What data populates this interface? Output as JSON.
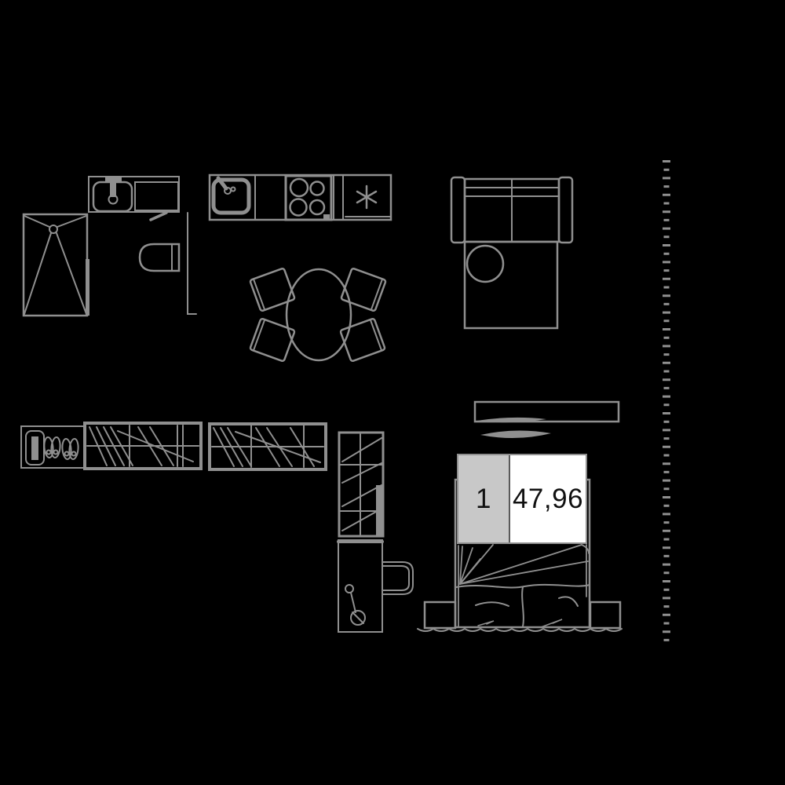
{
  "page": {
    "kind": "apartment-floor-plan",
    "background_color": "#000000",
    "line_color": "#8f8f8f",
    "label_number_bg": "#c8c8c8",
    "label_area_bg": "#ffffff",
    "label_text_color": "#111111"
  },
  "unit_label": {
    "number": "1",
    "area": "47,96"
  },
  "furniture": {
    "bathroom": [
      "shower-tray",
      "vanity-sink",
      "countertop",
      "toilet",
      "door-swing"
    ],
    "kitchen": [
      "kitchen-sink",
      "cooktop-4-burner",
      "refrigerator-asterisk-symbol"
    ],
    "dining": [
      "oval-table",
      "chair",
      "chair",
      "chair",
      "chair"
    ],
    "living": [
      "sofa-two-seat",
      "chaise-rect",
      "round-side-table"
    ],
    "hall": [
      "shoe-rack",
      "wardrobe-hanging",
      "wardrobe-hanging"
    ],
    "bedroom": [
      "wardrobe-column",
      "utility-column",
      "dresser-shelf",
      "shelf-lens",
      "double-bed",
      "nightstand",
      "nightstand",
      "curtain-scallop"
    ],
    "misc": [
      "vertical-dashed-scale"
    ]
  }
}
